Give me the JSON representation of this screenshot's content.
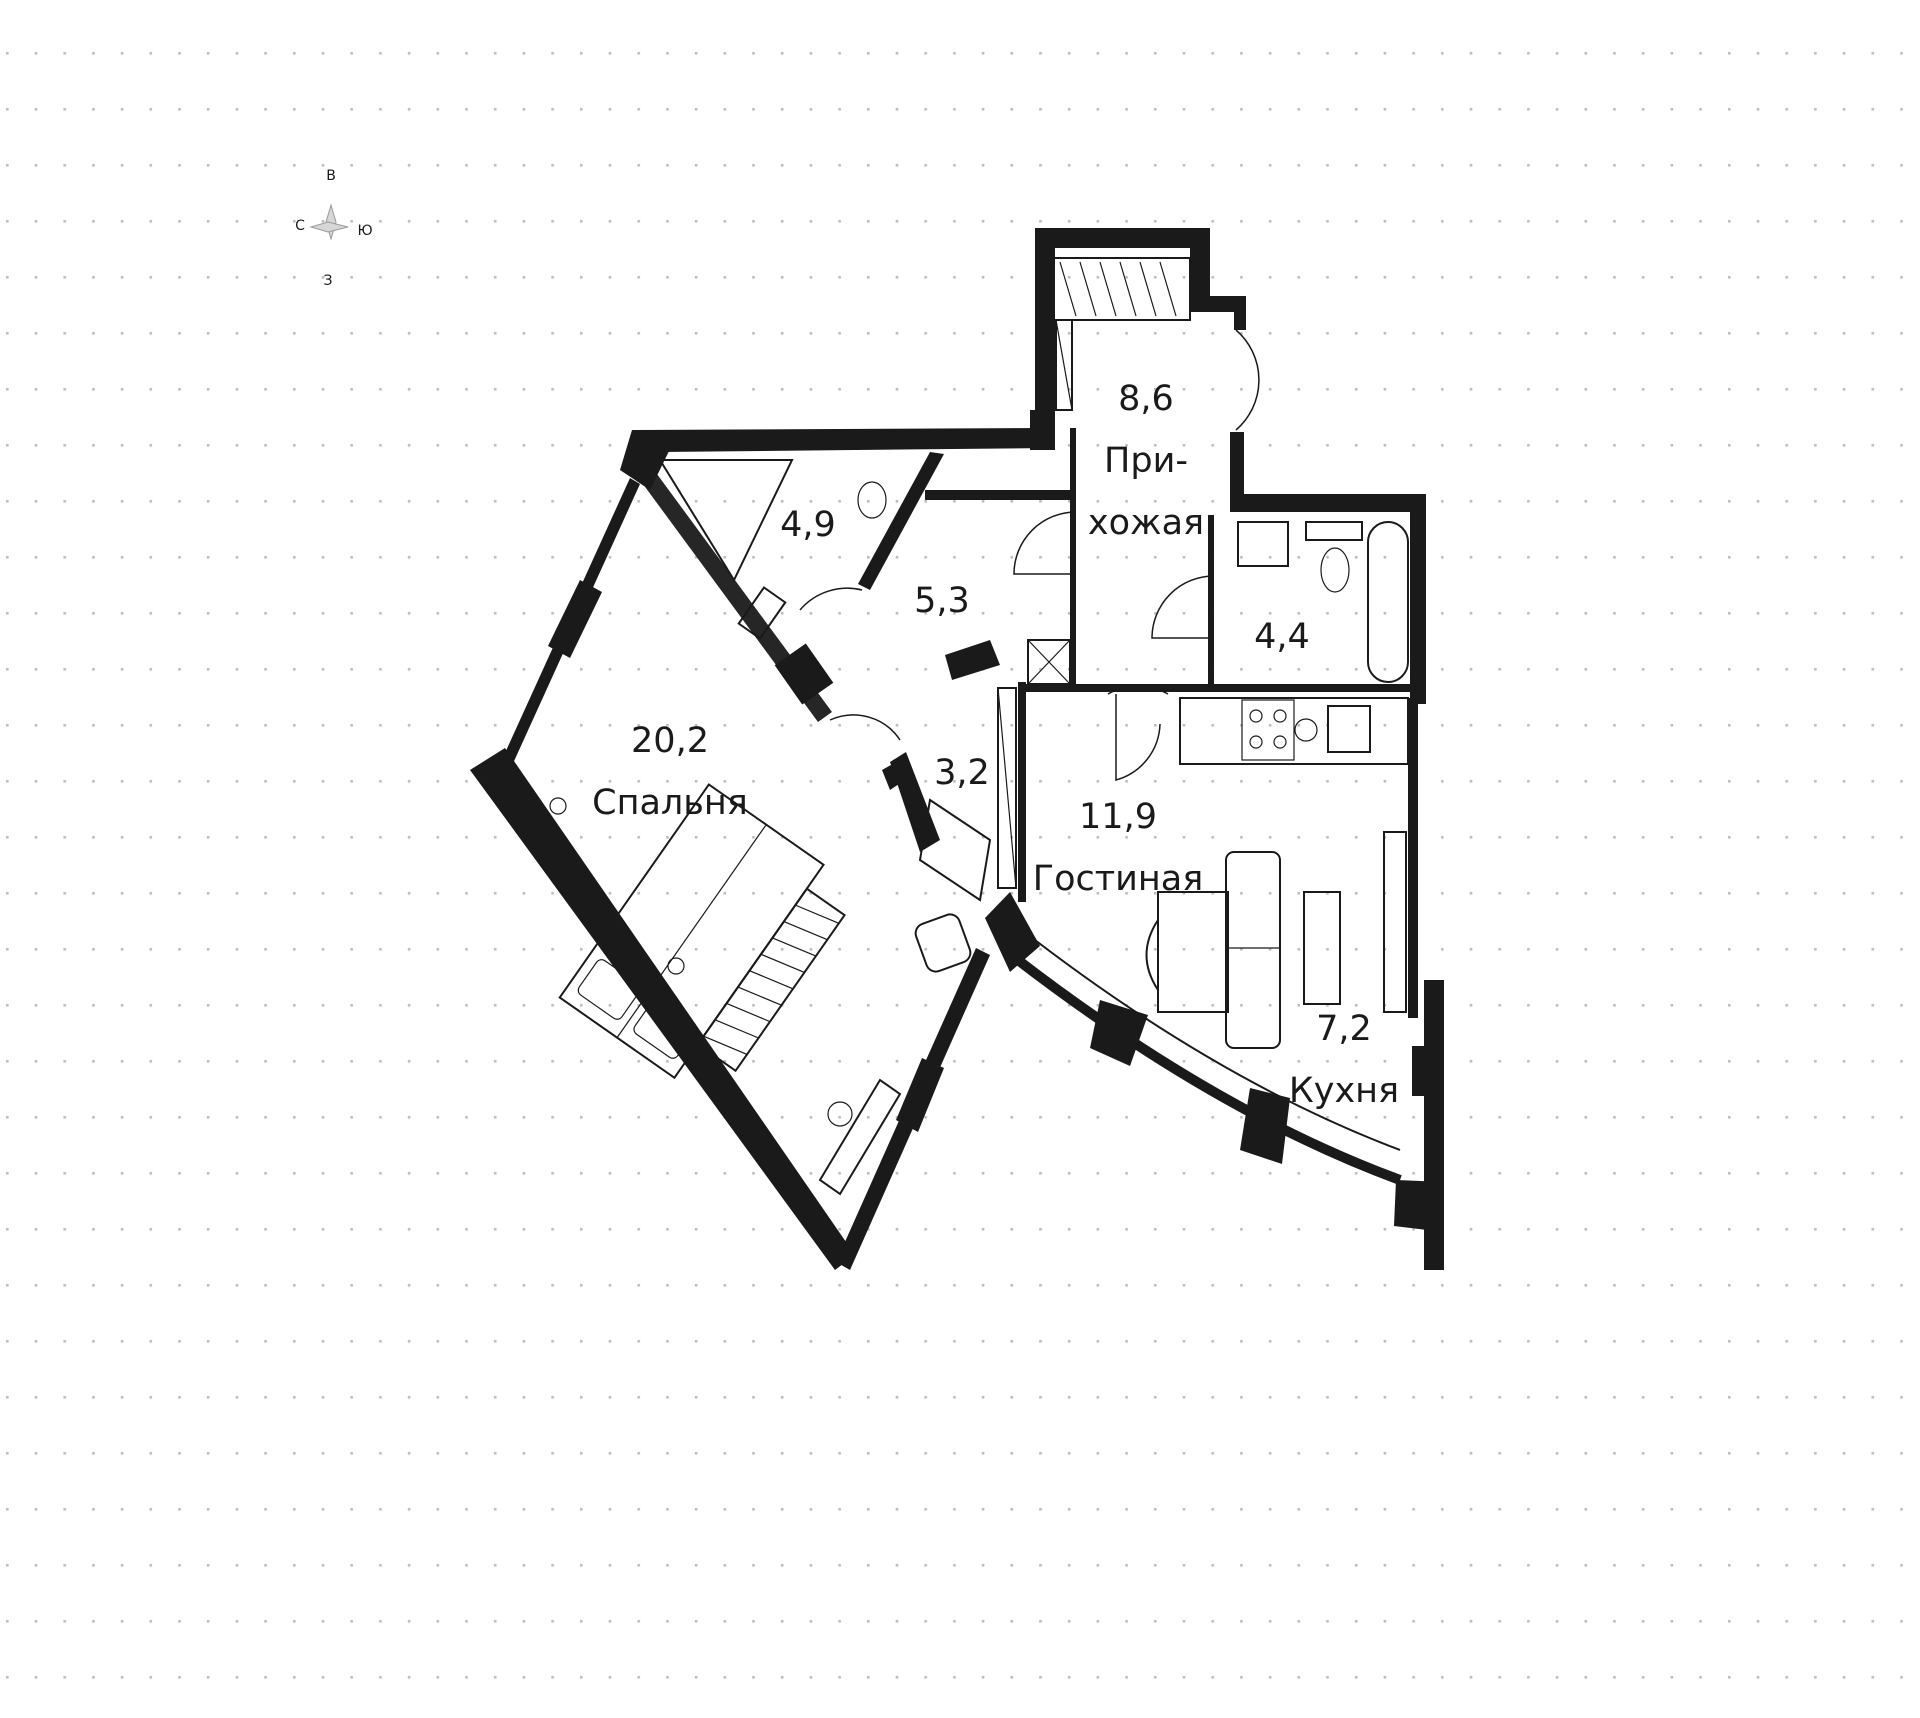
{
  "compass": {
    "north": "В",
    "south": "З",
    "west": "С",
    "east": "Ю"
  },
  "rooms": [
    {
      "id": "hallway",
      "area": "8,6",
      "name_line1": "При-",
      "name_line2": "хожая"
    },
    {
      "id": "bathroom-1",
      "area": "4,9"
    },
    {
      "id": "corridor",
      "area": "5,3"
    },
    {
      "id": "bathroom-2",
      "area": "4,4"
    },
    {
      "id": "bedroom",
      "area": "20,2",
      "name": "Спальня"
    },
    {
      "id": "wardrobe",
      "area": "3,2"
    },
    {
      "id": "living",
      "area": "11,9",
      "name": "Гостиная"
    },
    {
      "id": "kitchen",
      "area": "7,2",
      "name": "Кухня"
    }
  ],
  "colors": {
    "wall": "#1a1a1a",
    "dots": "#bdbdbd",
    "background": "#ffffff"
  }
}
